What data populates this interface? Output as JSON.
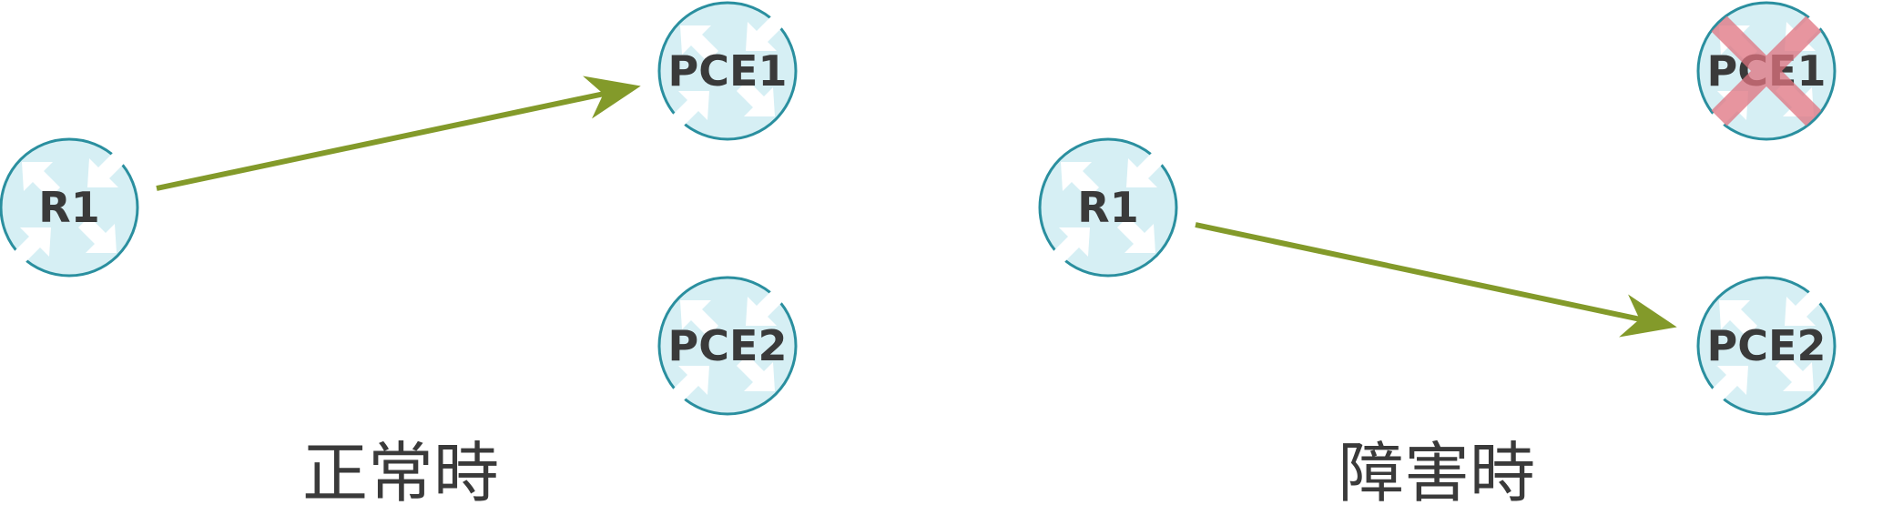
{
  "colors": {
    "router_fill": "#d6eff4",
    "router_stroke": "#2a8f9f",
    "router_arrows": "#ffffff",
    "label": "#3a3a3a",
    "link": "#839a2a",
    "failure_mark": "#e0727f"
  },
  "icons": {
    "router": "router-icon",
    "failure": "failure-x-icon"
  },
  "normal": {
    "caption": "正常時",
    "r1_label": "R1",
    "pce1_label": "PCE1",
    "pce2_label": "PCE2"
  },
  "failure": {
    "caption": "障害時",
    "r1_label": "R1",
    "pce1_label": "PCE1",
    "pce2_label": "PCE2"
  }
}
